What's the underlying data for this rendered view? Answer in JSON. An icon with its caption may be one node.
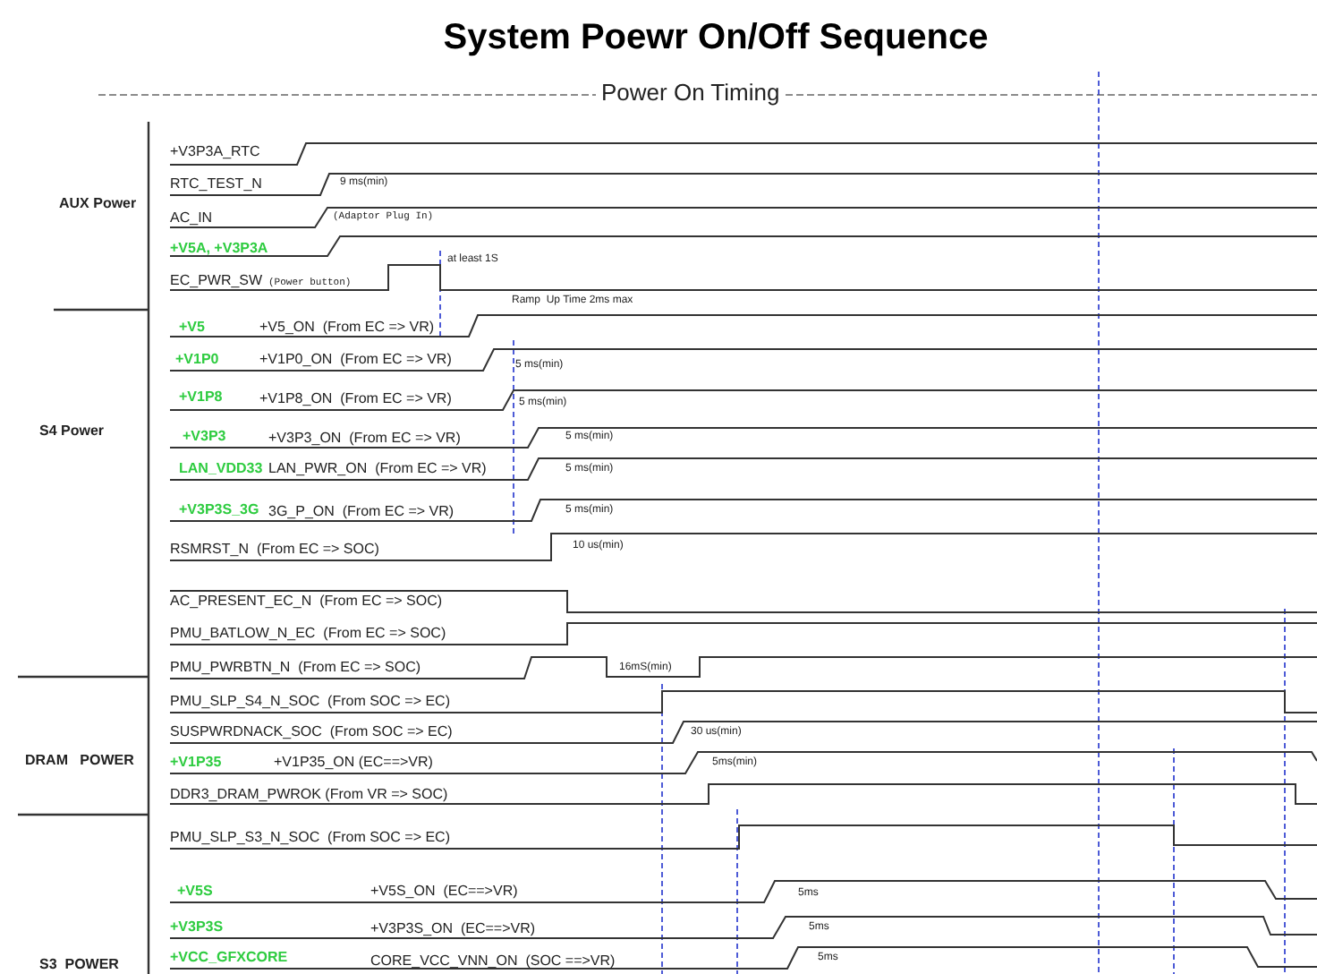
{
  "diagram": {
    "title": "System Poewr On/Off  Sequence",
    "labels": [
      "Power On Timing",
      "+V3P3A_RTC",
      "RTC_TEST_N",
      "9 ms(min)",
      "AUX Power",
      "AC_IN",
      "(Adaptor Plug In)",
      "+V5A, +V3P3A",
      "EC_PWR_SW",
      "(Power button)",
      "at least 1S",
      "Ramp  Up Time 2ms max",
      "+V5",
      "+V5_ON  (From EC => VR)",
      "+V1P0",
      "+V1P0_ON  (From EC => VR)",
      "5 ms(min)",
      "+V1P8",
      "+V1P8_ON  (From EC => VR)",
      "5 ms(min)",
      "S4 Power",
      "+V3P3",
      "+V3P3_ON  (From EC => VR)",
      "5 ms(min)",
      "LAN_VDD33",
      "LAN_PWR_ON  (From EC => VR)",
      "5 ms(min)",
      "+V3P3S_3G",
      "3G_P_ON  (From EC => VR)",
      "5 ms(min)",
      "RSMRST_N  (From EC => SOC)",
      "10 us(min)",
      "AC_PRESENT_EC_N  (From EC => SOC)",
      "PMU_BATLOW_N_EC  (From EC => SOC)",
      "PMU_PWRBTN_N  (From EC => SOC)",
      "16mS(min)",
      "PMU_SLP_S4_N_SOC  (From SOC => EC)",
      "SUSPWRDNACK_SOC  (From SOC => EC)",
      "30 us(min)",
      "DRAM   POWER",
      "+V1P35",
      "+V1P35_ON (EC==>VR)",
      "5ms(min)",
      "DDR3_DRAM_PWROK (From VR => SOC)",
      "PMU_SLP_S3_N_SOC  (From SOC => EC)",
      "+V5S",
      "+V5S_ON  (EC==>VR)",
      "5ms",
      "+V3P3S",
      "+V3P3S_ON  (EC==>VR)",
      "5ms",
      "+VCC_GFXCORE",
      "CORE_VCC_VNN_ON  (SOC ==>VR)",
      "5ms",
      "S3  POWER"
    ]
  }
}
